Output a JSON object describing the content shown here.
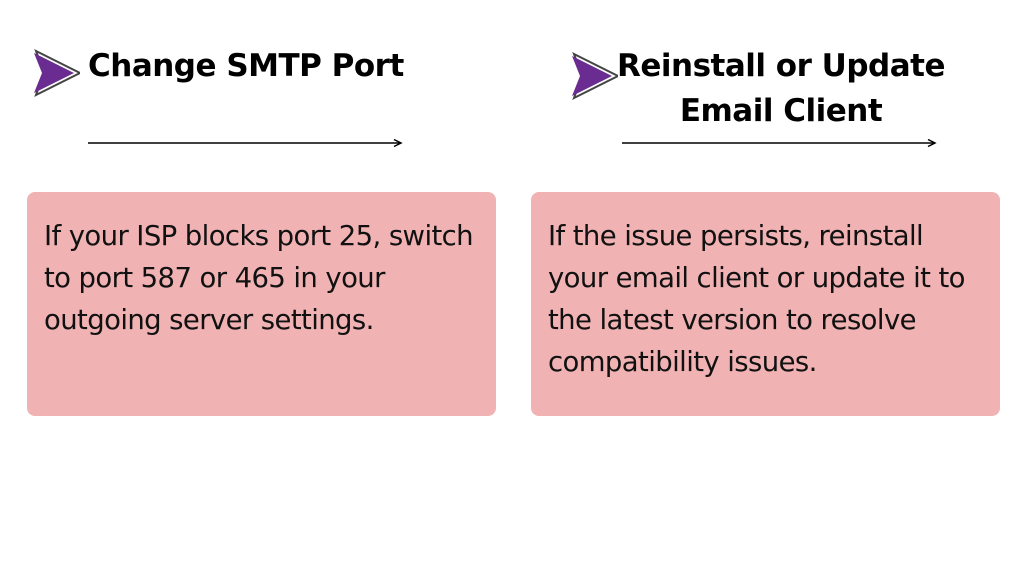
{
  "colors": {
    "accent": "#6b2c91",
    "card_background": "#f0b2b3"
  },
  "icons": {
    "marker": "chevron-right-icon",
    "connector": "arrow-right-icon"
  },
  "sections": [
    {
      "title": "Change SMTP Port",
      "body": "If your ISP blocks port 25, switch to port 587 or 465 in your outgoing server settings."
    },
    {
      "title": "Reinstall or Update Email Client",
      "body": "If the issue persists, reinstall your email client or update it to the latest version to resolve compatibility issues."
    }
  ]
}
